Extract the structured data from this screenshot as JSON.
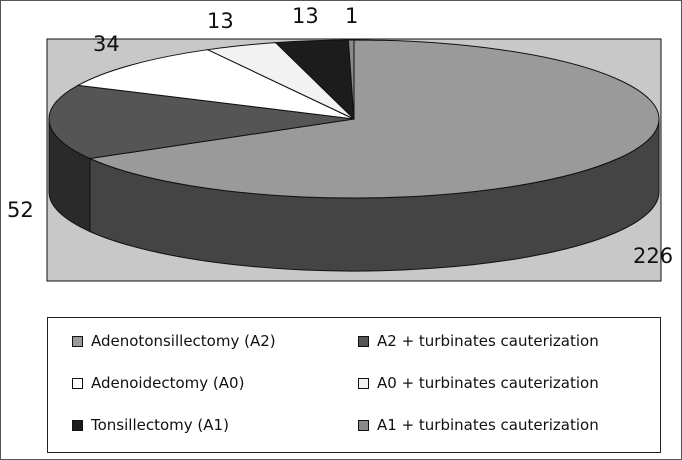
{
  "chart_data": {
    "type": "pie",
    "style": "3d",
    "legend_position": "bottom",
    "slices": [
      {
        "label": "Adenotonsillectomy (A2)",
        "value": 226,
        "color": "#9a9a9a",
        "side": "#444444"
      },
      {
        "label": "A2 + turbinates cauterization",
        "value": 52,
        "color": "#555555",
        "side": "#2a2a2a"
      },
      {
        "label": "Adenoidectomy (A0)",
        "value": 34,
        "color": "#ffffff",
        "side": "#cfcfcf"
      },
      {
        "label": "A0 + turbinates cauterization",
        "value": 13,
        "color": "#f2f2f2",
        "side": "#cccccc"
      },
      {
        "label": "Tonsillectomy (A1)",
        "value": 13,
        "color": "#1c1c1c",
        "side": "#0a0a0a"
      },
      {
        "label": "A1 + turbinates cauterization",
        "value": 1,
        "color": "#8a8a8a",
        "side": "#555555"
      }
    ]
  },
  "colors": {
    "plot_background": "#c8c8c8",
    "outline": "#111111"
  }
}
